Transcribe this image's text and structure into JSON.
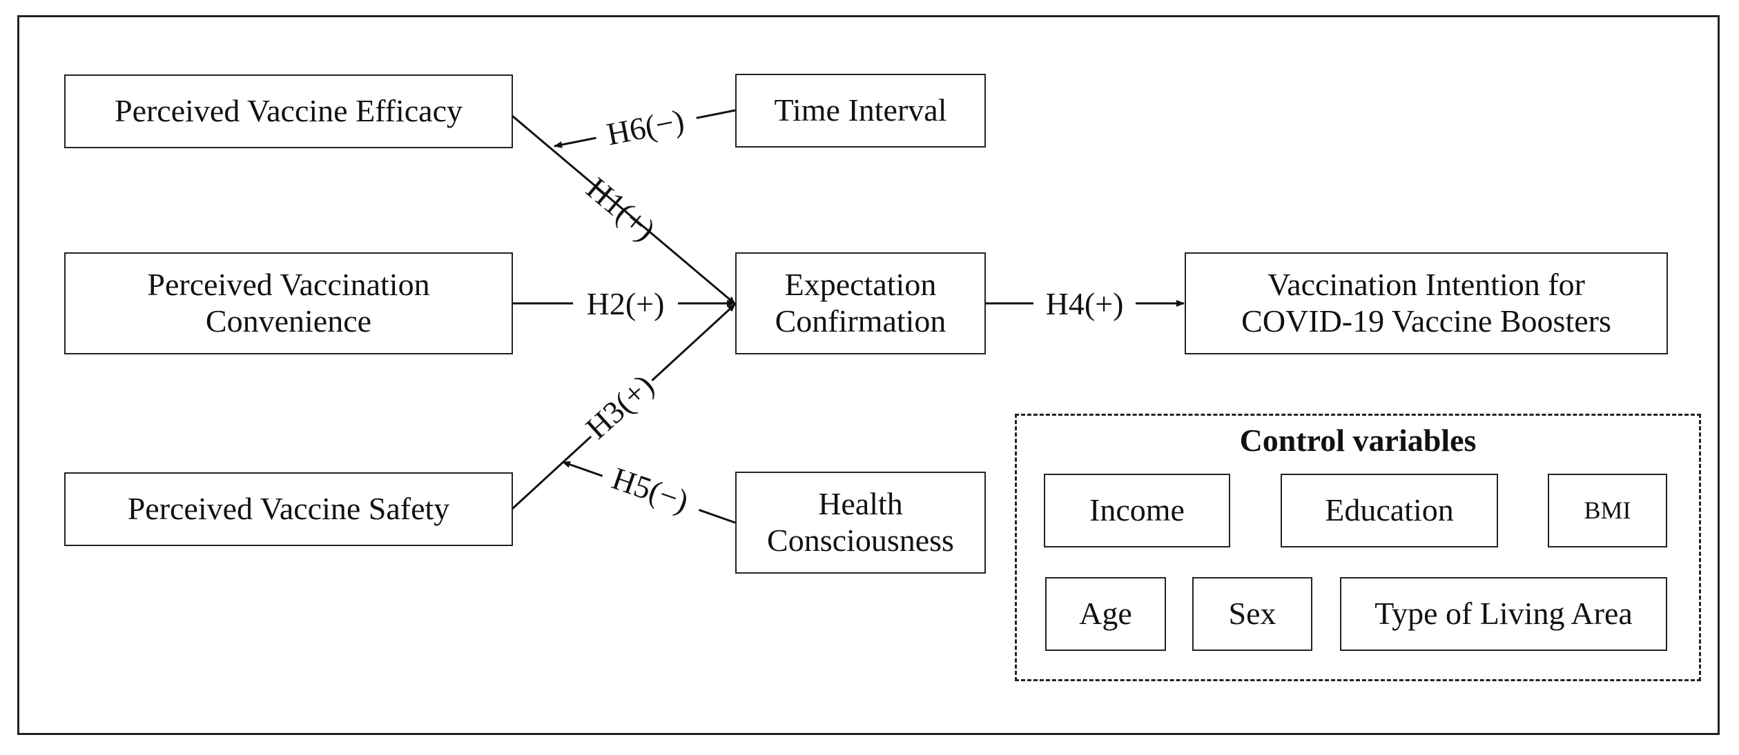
{
  "nodes": {
    "efficacy": "Perceived Vaccine Efficacy",
    "convenience_l1": "Perceived Vaccination",
    "convenience_l2": "Convenience",
    "safety": "Perceived Vaccine Safety",
    "time_interval": "Time Interval",
    "health_l1": "Health",
    "health_l2": "Consciousness",
    "expectation_l1": "Expectation",
    "expectation_l2": "Confirmation",
    "intention_l1": "Vaccination Intention for",
    "intention_l2": "COVID-19 Vaccine Boosters"
  },
  "edges": {
    "h1": "H1(+)",
    "h2": "H2(+)",
    "h3": "H3(+)",
    "h4": "H4(+)",
    "h5": "H5(−)",
    "h6": "H6(−)"
  },
  "controls": {
    "title": "Control variables",
    "income": "Income",
    "education": "Education",
    "bmi": "BMI",
    "age": "Age",
    "sex": "Sex",
    "living_area": "Type of Living Area"
  }
}
